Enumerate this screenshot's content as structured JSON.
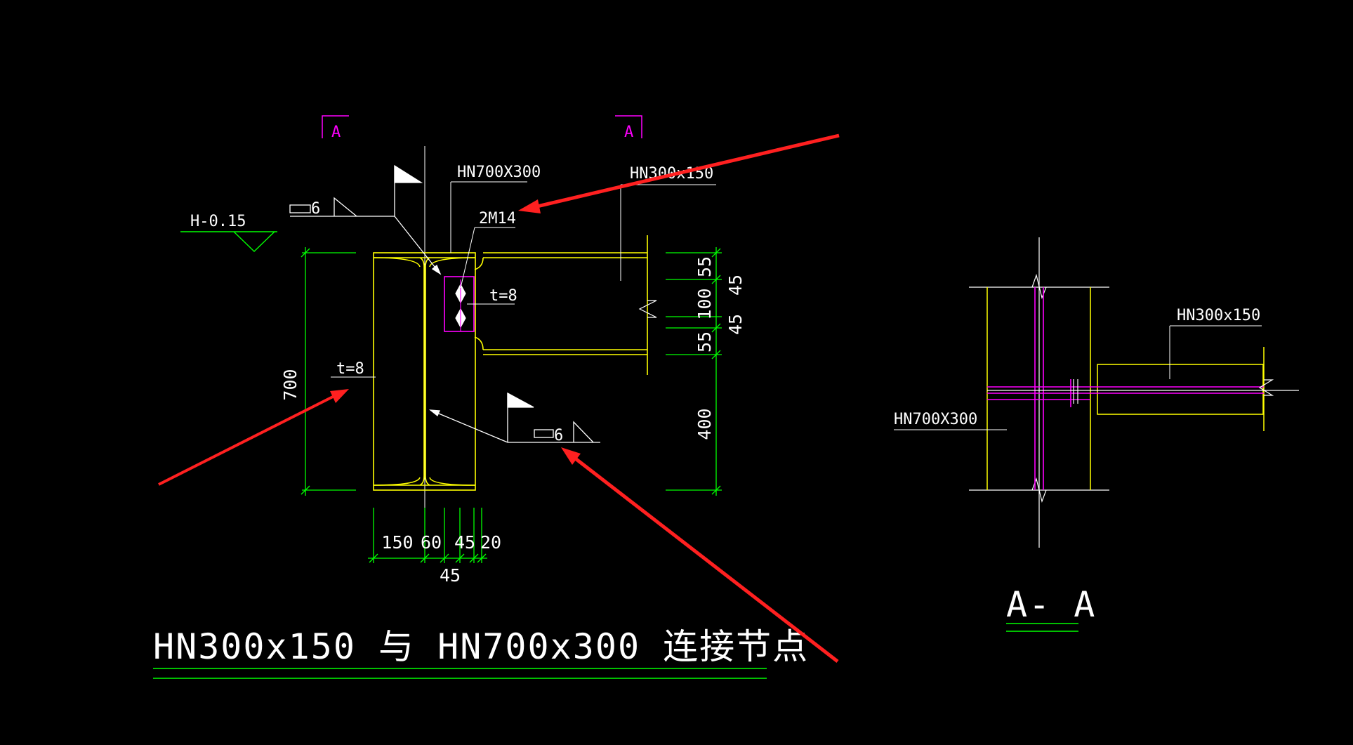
{
  "colors": {
    "background": "#000000",
    "steel": "#ffff00",
    "dimension": "#00ff00",
    "text": "#ffffff",
    "plate": "#ff00ff",
    "arrow": "#ff2020"
  },
  "main_view": {
    "section_mark_left": "A",
    "section_mark_right": "A",
    "column_label": "HN700X300",
    "beam_label": "HN300x150",
    "bolt_label": "2M14",
    "elevation_label": "H-0.15",
    "plate_thickness_label": "t=8",
    "stiffener_thickness_label": "t=8",
    "weld_size_top": "6",
    "weld_size_bottom": "6",
    "height_dim": "700",
    "right_dims": [
      "55",
      "100",
      "55",
      "400"
    ],
    "right_dims_outer": [
      "45",
      "45"
    ],
    "bottom_dims": [
      "150",
      "60",
      "45",
      "20"
    ],
    "bottom_dim_lower": "45"
  },
  "section_view": {
    "column_label": "HN700X300",
    "beam_label": "HN300x150",
    "title": "A- A"
  },
  "drawing_title": "HN300x150  与  HN700x300  连接节点"
}
